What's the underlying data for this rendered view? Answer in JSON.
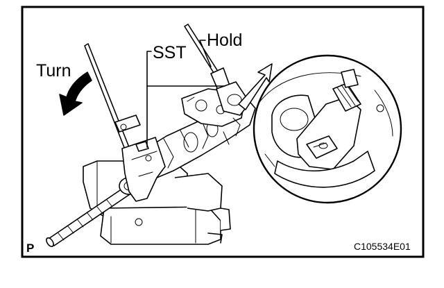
{
  "labels": {
    "turn": "Turn",
    "sst": "SST",
    "hold": "Hold",
    "p_marker": "P",
    "figure_code": "C105534E01"
  }
}
